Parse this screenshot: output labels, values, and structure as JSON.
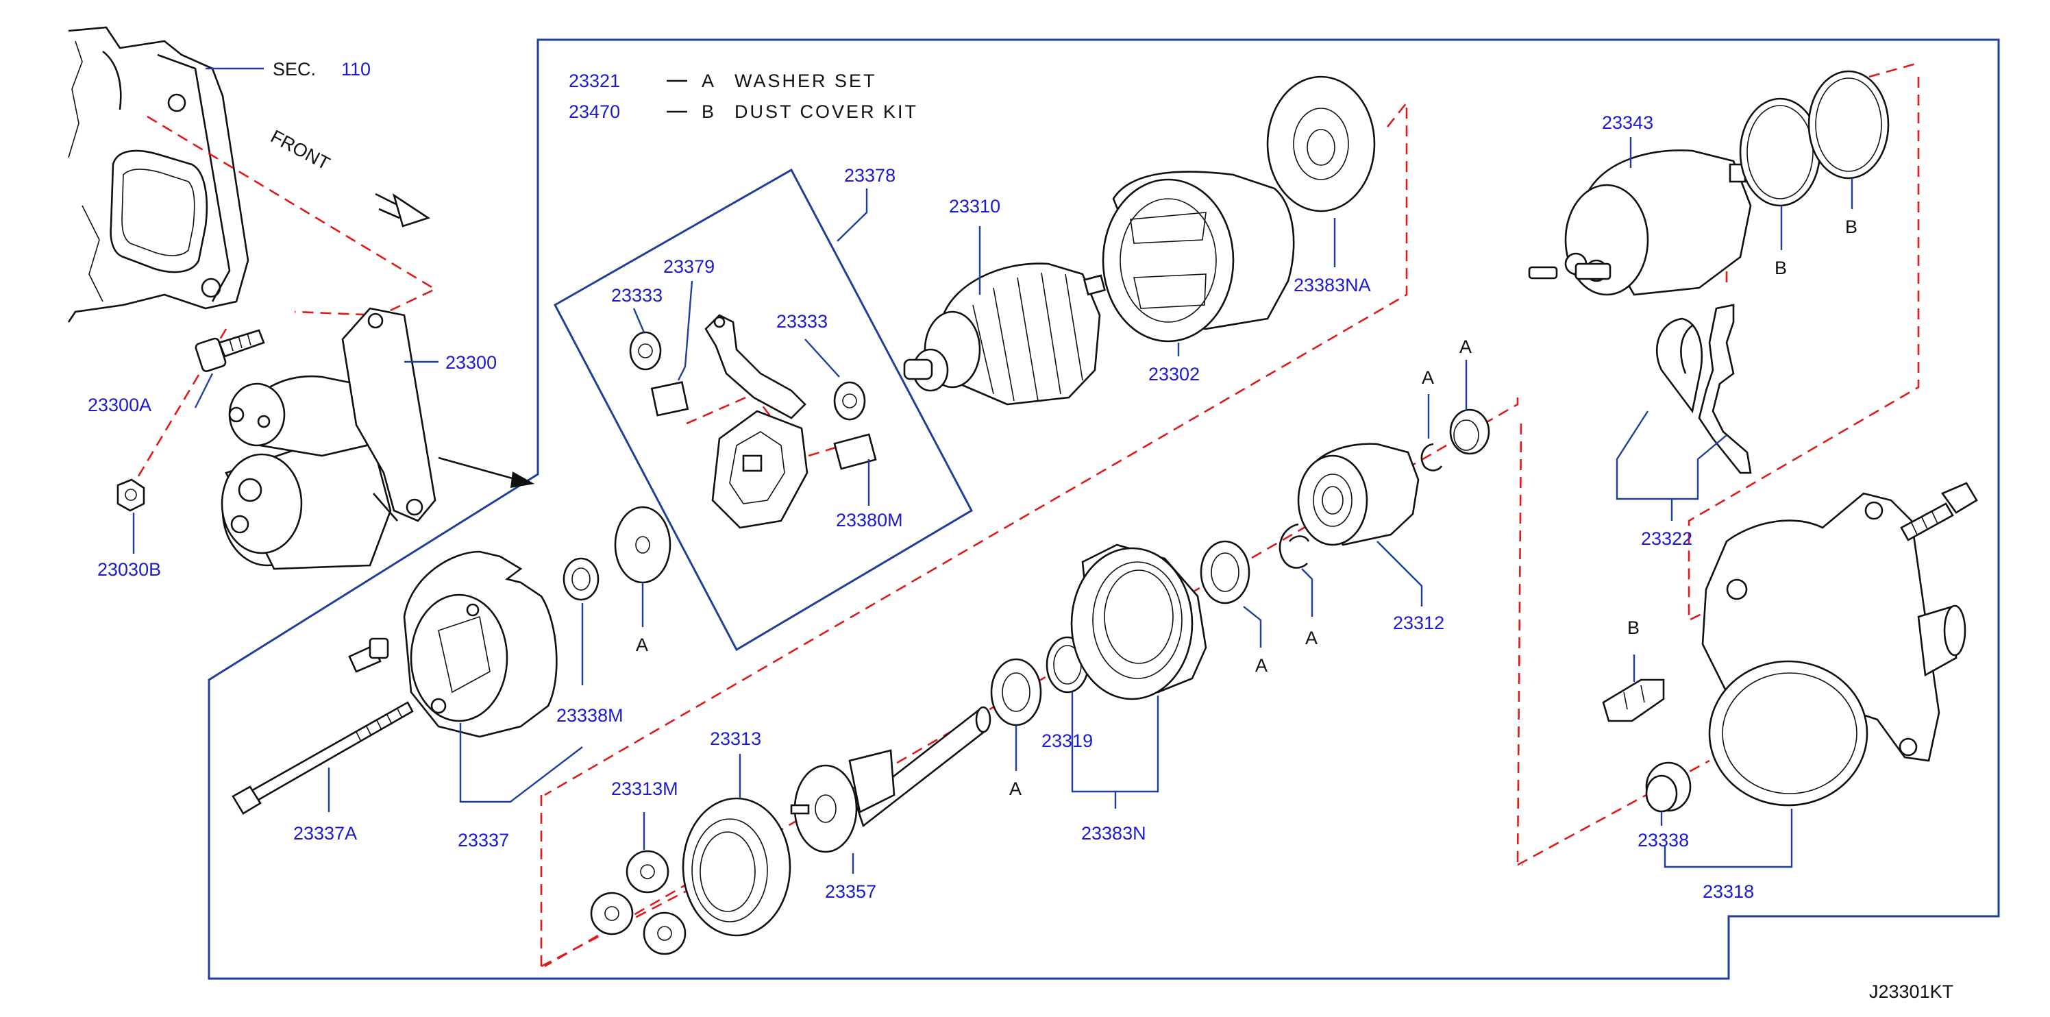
{
  "diagram_code": "J23301KT",
  "section_ref": {
    "prefix": "SEC.",
    "number": "110"
  },
  "front_label": "FRONT",
  "kits": [
    {
      "part": "23321",
      "letter": "A",
      "name": "WASHER SET"
    },
    {
      "part": "23470",
      "letter": "B",
      "name": "DUST COVER KIT"
    }
  ],
  "callouts": {
    "p23300": "23300",
    "p23300A": "23300A",
    "p23030B": "23030B",
    "p23378": "23378",
    "p23379": "23379",
    "p23333a": "23333",
    "p23333b": "23333",
    "p23380M": "23380M",
    "p23310": "23310",
    "p23302": "23302",
    "p23383NA": "23383NA",
    "p23343": "23343",
    "p23322": "23322",
    "p23338M": "23338M",
    "p23337": "23337",
    "p23337A": "23337A",
    "p23313": "23313",
    "p23313M": "23313M",
    "p23357": "23357",
    "p23319": "23319",
    "p23383N": "23383N",
    "p23312": "23312",
    "p23338": "23338",
    "p23318": "23318"
  },
  "markers": {
    "A1": "A",
    "A2": "A",
    "A3": "A",
    "A4": "A",
    "A5": "A",
    "A6": "A",
    "B1": "B",
    "B2": "B",
    "B3": "B"
  },
  "colors": {
    "callout_text": "#1a1ad6",
    "frame_lines": "#1f3f9a",
    "dashed_assembly": "#e01a1a",
    "drawing": "#111111"
  }
}
